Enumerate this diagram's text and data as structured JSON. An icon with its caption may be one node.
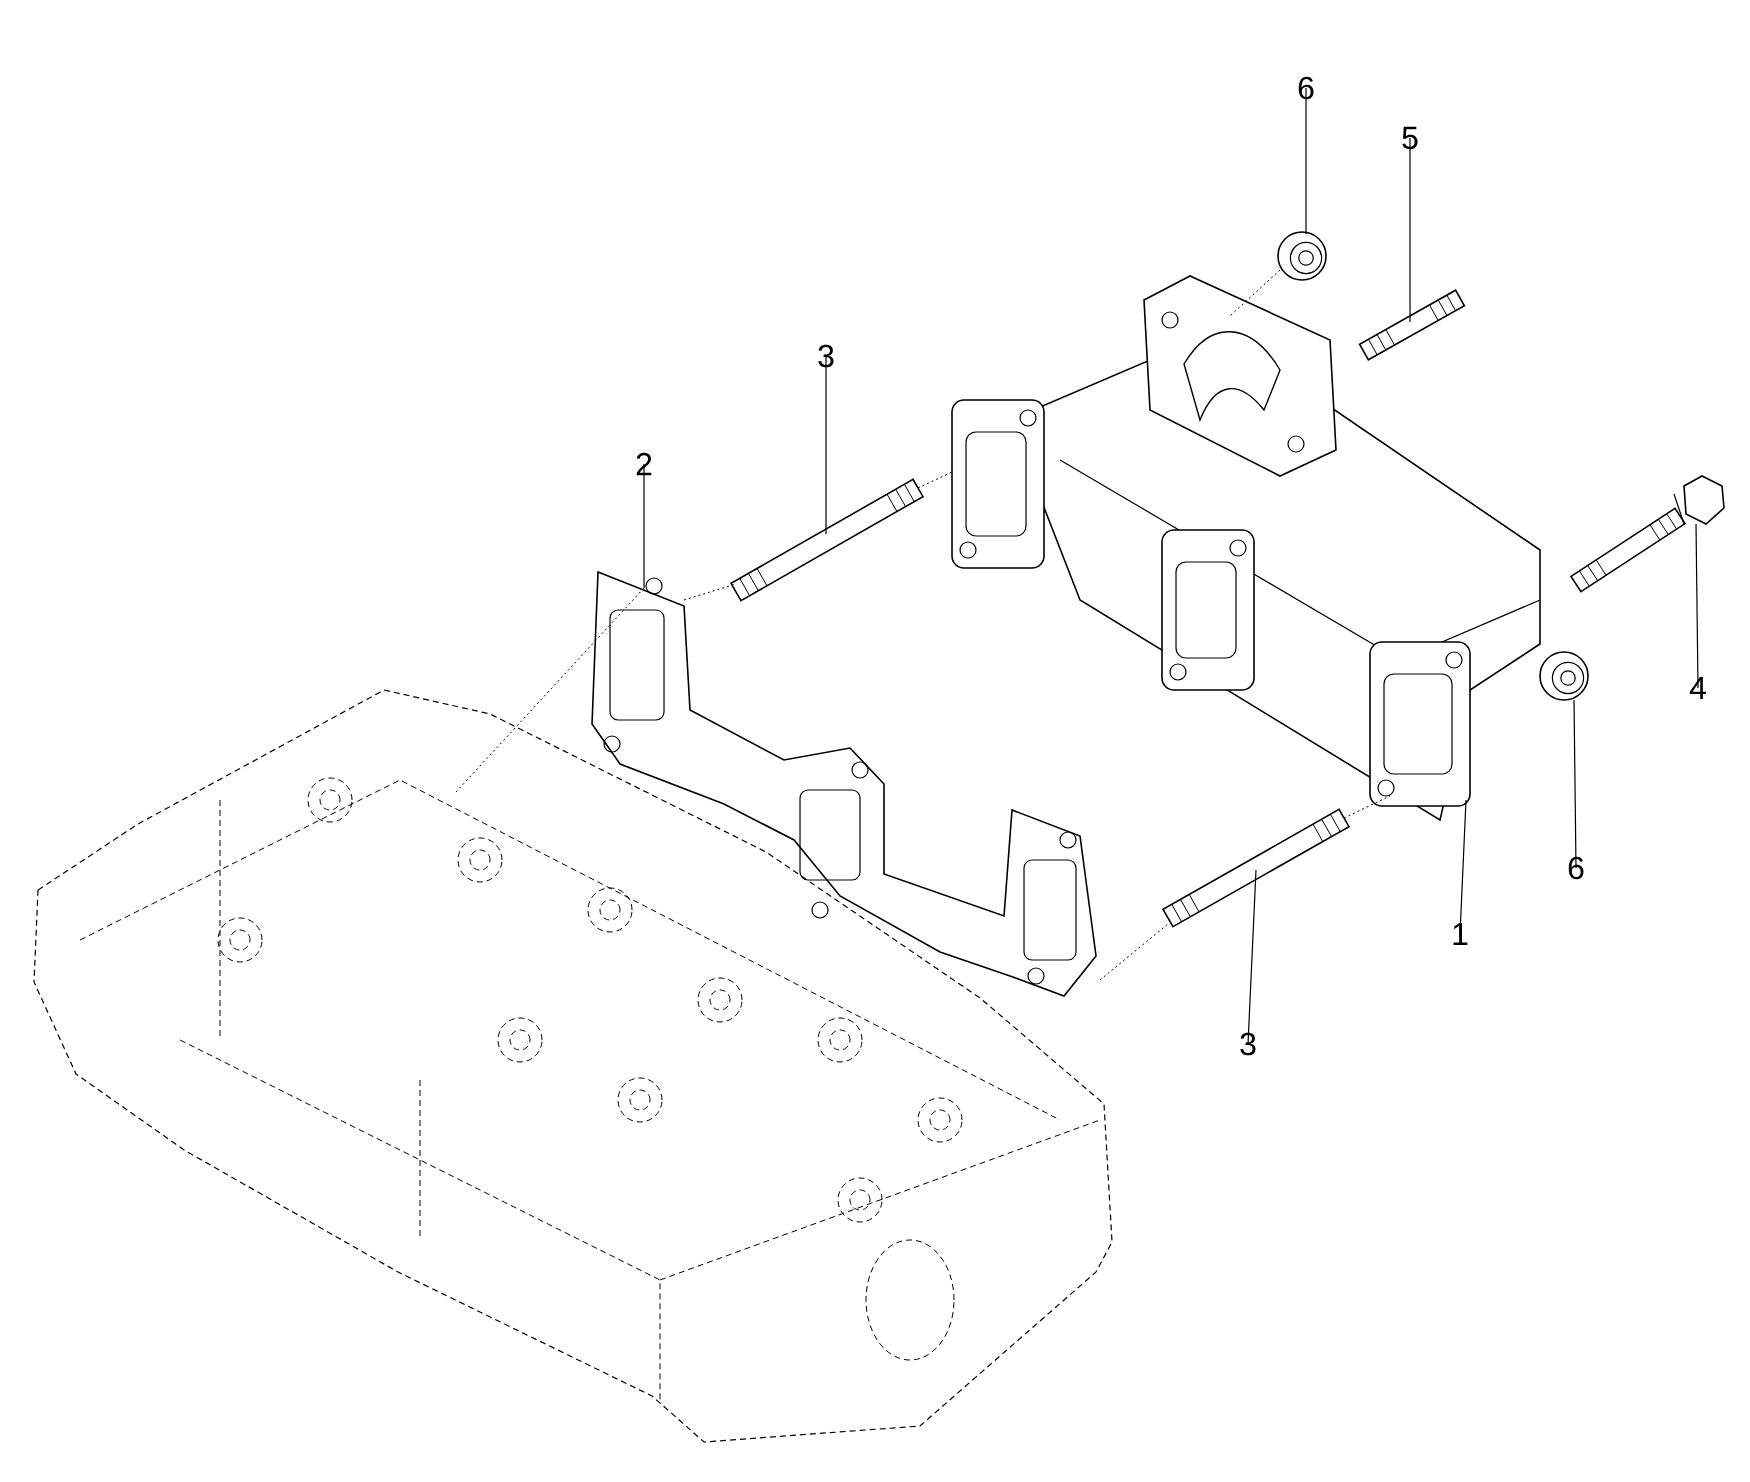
{
  "diagram": {
    "nodes": [
      {
        "text": [
          "6"
        ]
      },
      {
        "text": [
          "5"
        ]
      },
      {
        "text": [
          "3"
        ]
      },
      {
        "text": [
          "2"
        ]
      },
      {
        "text": [
          "4"
        ]
      },
      {
        "text": [
          "6"
        ]
      },
      {
        "text": [
          "1"
        ]
      },
      {
        "text": [
          "3"
        ]
      },
      {
        "text": [],
        "shape": "picture"
      },
      {
        "text": [],
        "shape": "picture"
      },
      {
        "text": [],
        "shape": "picture"
      },
      {
        "text": [],
        "shape": "picture"
      },
      {
        "text": [],
        "shape": "picture"
      },
      {
        "text": [],
        "shape": "picture"
      },
      {
        "text": [],
        "shape": "picture"
      },
      {
        "text": [],
        "shape": "picture"
      },
      {
        "text": [],
        "shape": "picture"
      }
    ],
    "edges": [
      {
        "from": 0,
        "to": 8,
        "arrow": "none"
      },
      {
        "from": 1,
        "to": 9,
        "arrow": "none"
      },
      {
        "from": 2,
        "to": 10,
        "arrow": "none"
      },
      {
        "from": 3,
        "to": 11,
        "arrow": "none"
      },
      {
        "from": 4,
        "to": 12,
        "arrow": "none"
      },
      {
        "from": 5,
        "to": 13,
        "arrow": "none"
      },
      {
        "from": 6,
        "to": 14,
        "arrow": "none"
      },
      {
        "from": 7,
        "to": 15,
        "arrow": "none"
      },
      {
        "from": 16,
        "to": 11,
        "arrow": "none",
        "style": "dashed"
      },
      {
        "from": 11,
        "to": 10,
        "arrow": "none",
        "style": "dashed"
      },
      {
        "from": 10,
        "to": 14,
        "arrow": "none",
        "style": "dashed"
      },
      {
        "from": 8,
        "to": 14,
        "arrow": "none",
        "style": "dashed"
      },
      {
        "from": 11,
        "to": 15,
        "arrow": "none",
        "style": "dashed"
      },
      {
        "from": 15,
        "to": 14,
        "arrow": "none",
        "style": "dashed"
      }
    ]
  }
}
